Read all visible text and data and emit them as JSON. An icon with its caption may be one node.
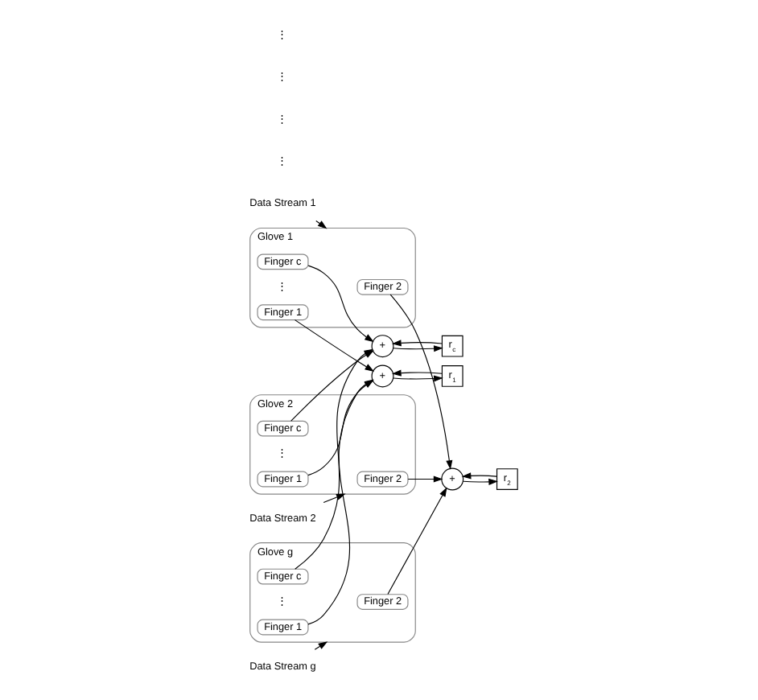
{
  "diagram": {
    "nodes": [
      {
        "text": [
          "Data Stream 1"
        ]
      },
      {
        "text": [
          "Glove 1"
        ]
      },
      {
        "text": [
          "Finger 1"
        ],
        "in": 1
      },
      {
        "text": [
          "Finger 2"
        ],
        "in": 1
      },
      {
        "text": [
          "Finger c"
        ],
        "in": 1
      },
      {
        "text": [
          "Data Stream 2"
        ]
      },
      {
        "text": [
          "Glove 2"
        ]
      },
      {
        "text": [
          "Finger 1"
        ],
        "in": 6
      },
      {
        "text": [
          "Finger 2"
        ],
        "in": 6
      },
      {
        "text": [
          "Finger c"
        ],
        "in": 6
      },
      {
        "text": [
          "Data Stream g"
        ]
      },
      {
        "text": [
          "Glove g"
        ]
      },
      {
        "text": [
          "Finger 1"
        ],
        "in": 11
      },
      {
        "text": [
          "Finger 2"
        ],
        "in": 11
      },
      {
        "text": [
          "Finger c"
        ],
        "in": 11
      },
      {
        "text": [
          "+"
        ]
      },
      {
        "text": [
          "r$_{1}$"
        ]
      },
      {
        "text": [
          "+"
        ]
      },
      {
        "text": [
          "r$_{2}$"
        ]
      },
      {
        "text": [
          "+"
        ]
      },
      {
        "text": [
          "r$_{c}$"
        ]
      }
    ],
    "edges": [
      {
        "from": 0,
        "to": 1,
        "arrow": "to"
      },
      {
        "from": 5,
        "to": 6,
        "arrow": "to"
      },
      {
        "from": 10,
        "to": 11,
        "arrow": "to"
      },
      {
        "from": 2,
        "to": 15,
        "arrow": "to"
      },
      {
        "from": 3,
        "to": 17,
        "arrow": "to"
      },
      {
        "from": 4,
        "to": 19,
        "arrow": "to"
      },
      {
        "from": 7,
        "to": 15,
        "arrow": "to"
      },
      {
        "from": 8,
        "to": 17,
        "arrow": "to"
      },
      {
        "from": 9,
        "to": 19,
        "arrow": "to"
      },
      {
        "from": 12,
        "to": 15,
        "arrow": "to"
      },
      {
        "from": 13,
        "to": 17,
        "arrow": "to"
      },
      {
        "from": 14,
        "to": 19,
        "arrow": "to"
      },
      {
        "from": 15,
        "to": 16,
        "arrow": "to"
      },
      {
        "from": 16,
        "to": 15,
        "arrow": "to"
      },
      {
        "from": 17,
        "to": 18,
        "arrow": "to"
      },
      {
        "from": 18,
        "to": 17,
        "arrow": "to"
      },
      {
        "from": 19,
        "to": 20,
        "arrow": "to"
      },
      {
        "from": 20,
        "to": 19,
        "arrow": "to"
      }
    ],
    "labels": [
      "⋮",
      "⋮",
      "⋮",
      "⋮",
      "⋮",
      "⋮",
      "⋮"
    ]
  }
}
